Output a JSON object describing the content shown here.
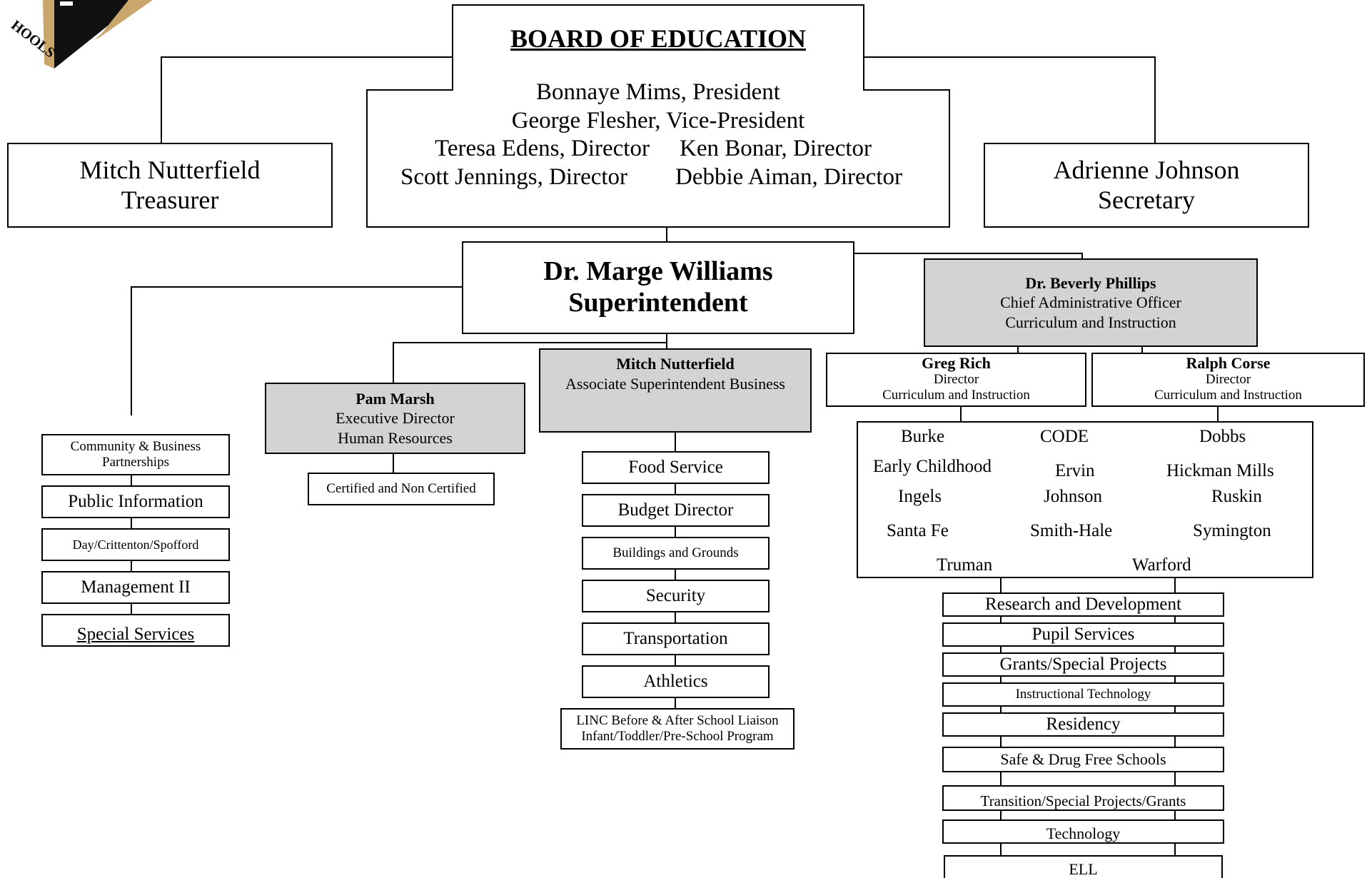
{
  "board": {
    "title": "BOARD OF EDUCATION",
    "president": "Bonnaye Mims, President",
    "vice_president": "George Flesher, Vice-President",
    "director_1": "Teresa Edens, Director",
    "director_2": "Ken Bonar, Director",
    "director_3": "Scott Jennings, Director",
    "director_4": "Debbie Aiman, Director"
  },
  "treasurer": {
    "name": "Mitch Nutterfield",
    "title": "Treasurer"
  },
  "secretary": {
    "name": "Adrienne Johnson",
    "title": "Secretary"
  },
  "superintendent": {
    "name": "Dr. Marge Williams",
    "title": "Superintendent"
  },
  "cao": {
    "name": "Dr. Beverly Phillips",
    "title": "Chief Administrative Officer",
    "dept": "Curriculum and Instruction"
  },
  "directors": [
    {
      "name": "Greg Rich",
      "title": "Director",
      "dept": "Curriculum and Instruction"
    },
    {
      "name": "Ralph Corse",
      "title": "Director",
      "dept": "Curriculum and Instruction"
    }
  ],
  "hr": {
    "name": "Pam Marsh",
    "title": "Executive Director",
    "dept": "Human Resources",
    "child": "Certified and Non Certified"
  },
  "business": {
    "name": "Mitch Nutterfield",
    "title": "Associate Superintendent Business"
  },
  "left_column": [
    "Community & Business Partnerships",
    "Public Information",
    "Day/Crittenton/Spofford",
    "Management II",
    "Special Services"
  ],
  "business_column": [
    "Food Service",
    "Budget Director",
    "Buildings and Grounds",
    "Security",
    "Transportation",
    "Athletics"
  ],
  "linc": {
    "line1": "LINC Before & After School Liaison",
    "line2": "Infant/Toddler/Pre-School Program"
  },
  "schools": [
    "Burke",
    "CODE",
    "Dobbs",
    "Early Childhood",
    "Ervin",
    "Hickman Mills",
    "Ingels",
    "Johnson",
    "Ruskin",
    "Santa Fe",
    "Smith-Hale",
    "Symington",
    "Truman",
    "Warford"
  ],
  "right_column": [
    "Research and Development",
    "Pupil Services",
    "Grants/Special Projects",
    "Instructional Technology",
    "Residency",
    "Safe & Drug Free Schools",
    "Transition/Special Projects/Grants",
    "Technology",
    "ELL"
  ],
  "logo": {
    "letters": "HOOLS"
  }
}
